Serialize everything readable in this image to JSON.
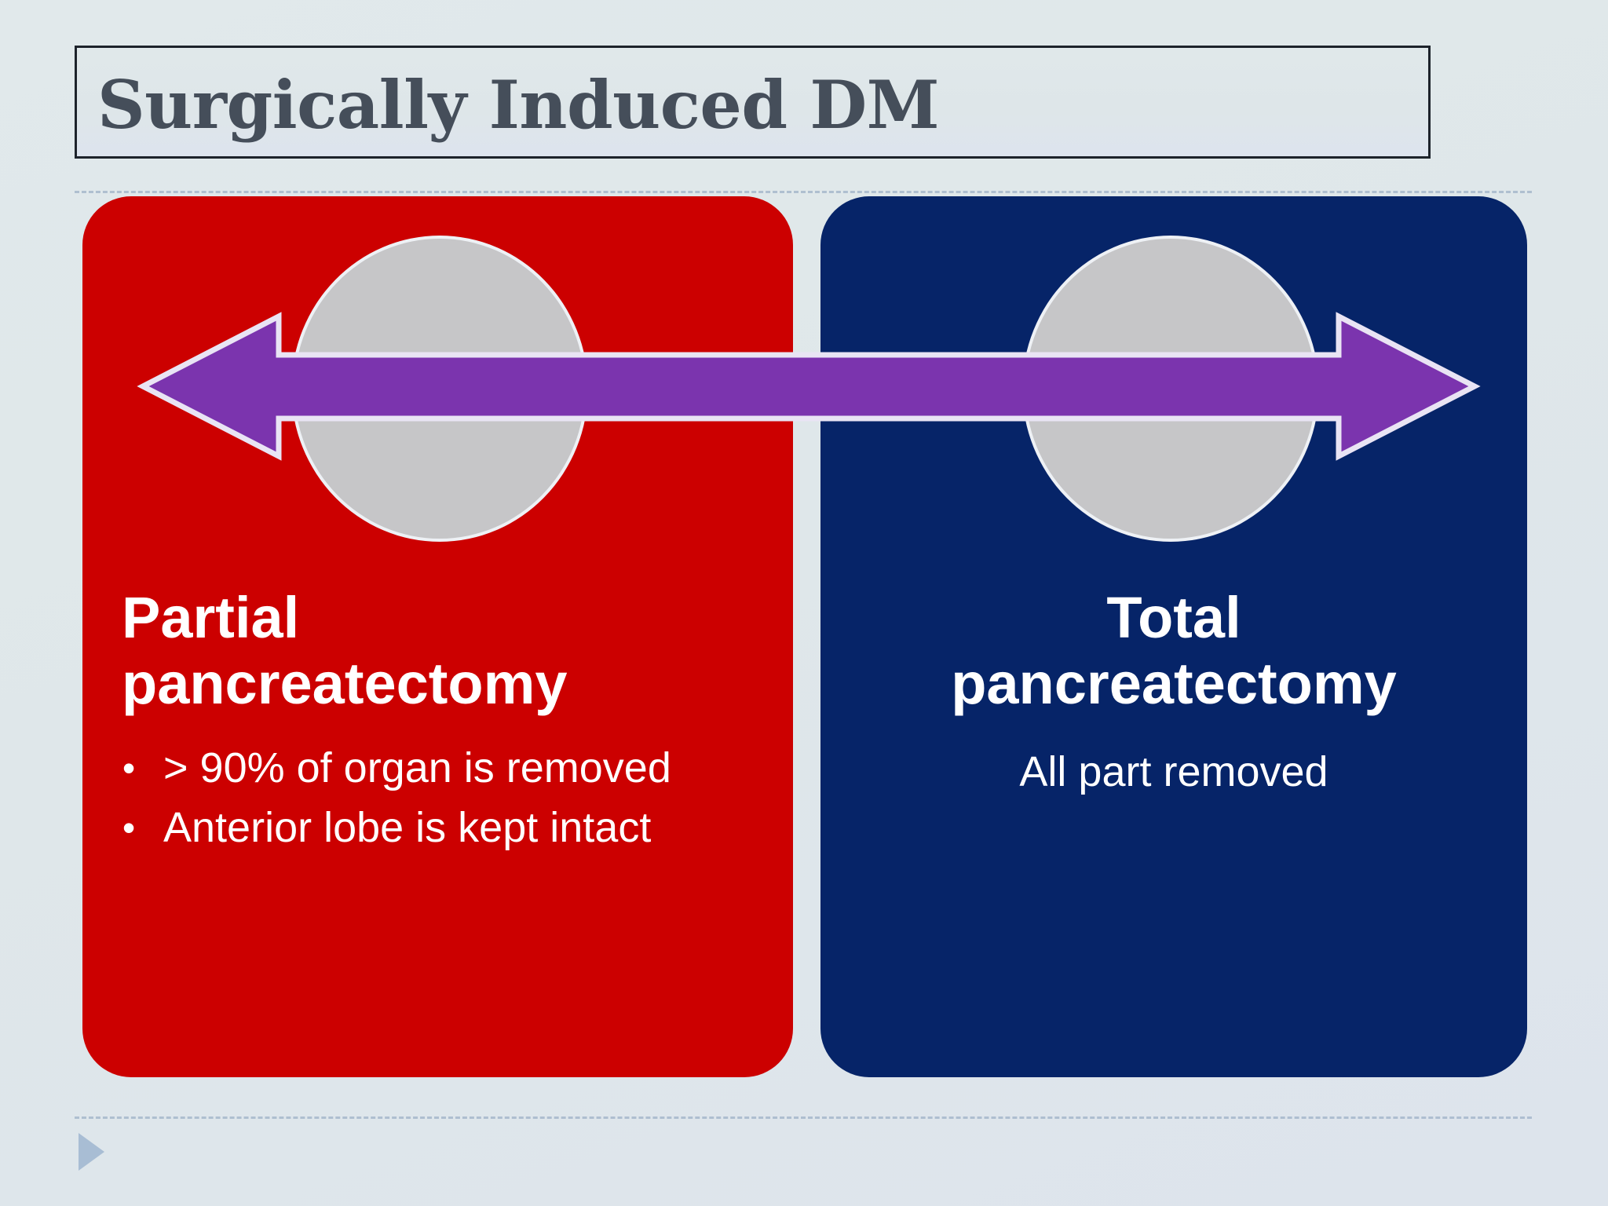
{
  "slide": {
    "title": "Surgically Induced DM",
    "background_color": "#dfe7ea",
    "title_text_color": "#454e5a"
  },
  "cards": [
    {
      "id": "partial",
      "heading": "Partial\npancreatectomy",
      "heading_line1": "Partial",
      "heading_line2": "pancreatectomy",
      "color": "#cc0000",
      "bullets": [
        "> 90% of organ is removed",
        "Anterior lobe is kept intact"
      ]
    },
    {
      "id": "total",
      "heading": "Total\npancreatectomy",
      "heading_line1": "Total",
      "heading_line2": "pancreatectomy",
      "color": "#062468",
      "subtitle": "All part removed"
    }
  ],
  "graphics": {
    "arrow_color": "#7b34ae",
    "arrow_outline_color": "#e9e4f4",
    "organ_circle_color": "#c6c6c8",
    "organ_circle_outline": "#eef1f5",
    "play_marker_color": "#a8bdd4",
    "dash_rule_color": "#9fb2c8"
  }
}
